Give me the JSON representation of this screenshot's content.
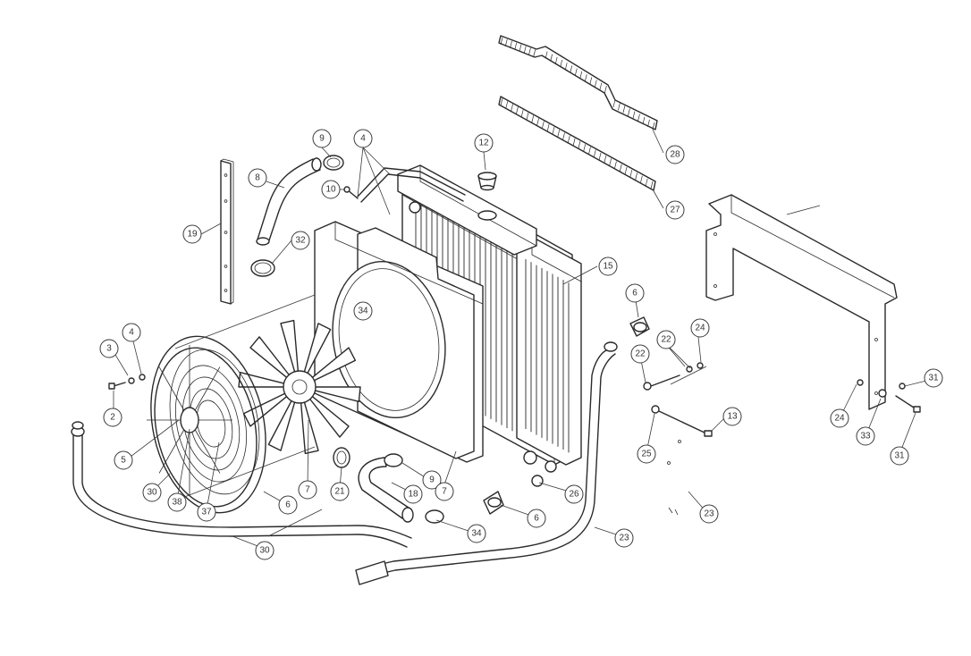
{
  "callouts": [
    {
      "id": "c-28",
      "label": "28"
    },
    {
      "id": "c-27",
      "label": "27"
    },
    {
      "id": "c-12",
      "label": "12"
    },
    {
      "id": "c-9a",
      "label": "9"
    },
    {
      "id": "c-4a",
      "label": "4"
    },
    {
      "id": "c-8a",
      "label": "8"
    },
    {
      "id": "c-10",
      "label": "10"
    },
    {
      "id": "c-32",
      "label": "32"
    },
    {
      "id": "c-19",
      "label": "19"
    },
    {
      "id": "c-34a",
      "label": "34"
    },
    {
      "id": "c-15",
      "label": "15"
    },
    {
      "id": "c-6a",
      "label": "6"
    },
    {
      "id": "c-24a",
      "label": "24"
    },
    {
      "id": "c-22a",
      "label": "22"
    },
    {
      "id": "c-22b",
      "label": "22"
    },
    {
      "id": "c-3",
      "label": "3"
    },
    {
      "id": "c-4b",
      "label": "4"
    },
    {
      "id": "c-2",
      "label": "2"
    },
    {
      "id": "c-13",
      "label": "13"
    },
    {
      "id": "c-24b",
      "label": "24"
    },
    {
      "id": "c-33",
      "label": "33"
    },
    {
      "id": "c-31a",
      "label": "31"
    },
    {
      "id": "c-31b",
      "label": "31"
    },
    {
      "id": "c-25",
      "label": "25"
    },
    {
      "id": "c-5",
      "label": "5"
    },
    {
      "id": "c-30a",
      "label": "30"
    },
    {
      "id": "c-38",
      "label": "38"
    },
    {
      "id": "c-37",
      "label": "37"
    },
    {
      "id": "c-6b",
      "label": "6"
    },
    {
      "id": "c-7a",
      "label": "7"
    },
    {
      "id": "c-21",
      "label": "21"
    },
    {
      "id": "c-9b",
      "label": "9"
    },
    {
      "id": "c-7b",
      "label": "7"
    },
    {
      "id": "c-18",
      "label": "18"
    },
    {
      "id": "c-26",
      "label": "26"
    },
    {
      "id": "c-6c",
      "label": "6"
    },
    {
      "id": "c-34b",
      "label": "34"
    },
    {
      "id": "c-23a",
      "label": "23"
    },
    {
      "id": "c-23b",
      "label": "23"
    },
    {
      "id": "c-30b",
      "label": "30"
    }
  ]
}
